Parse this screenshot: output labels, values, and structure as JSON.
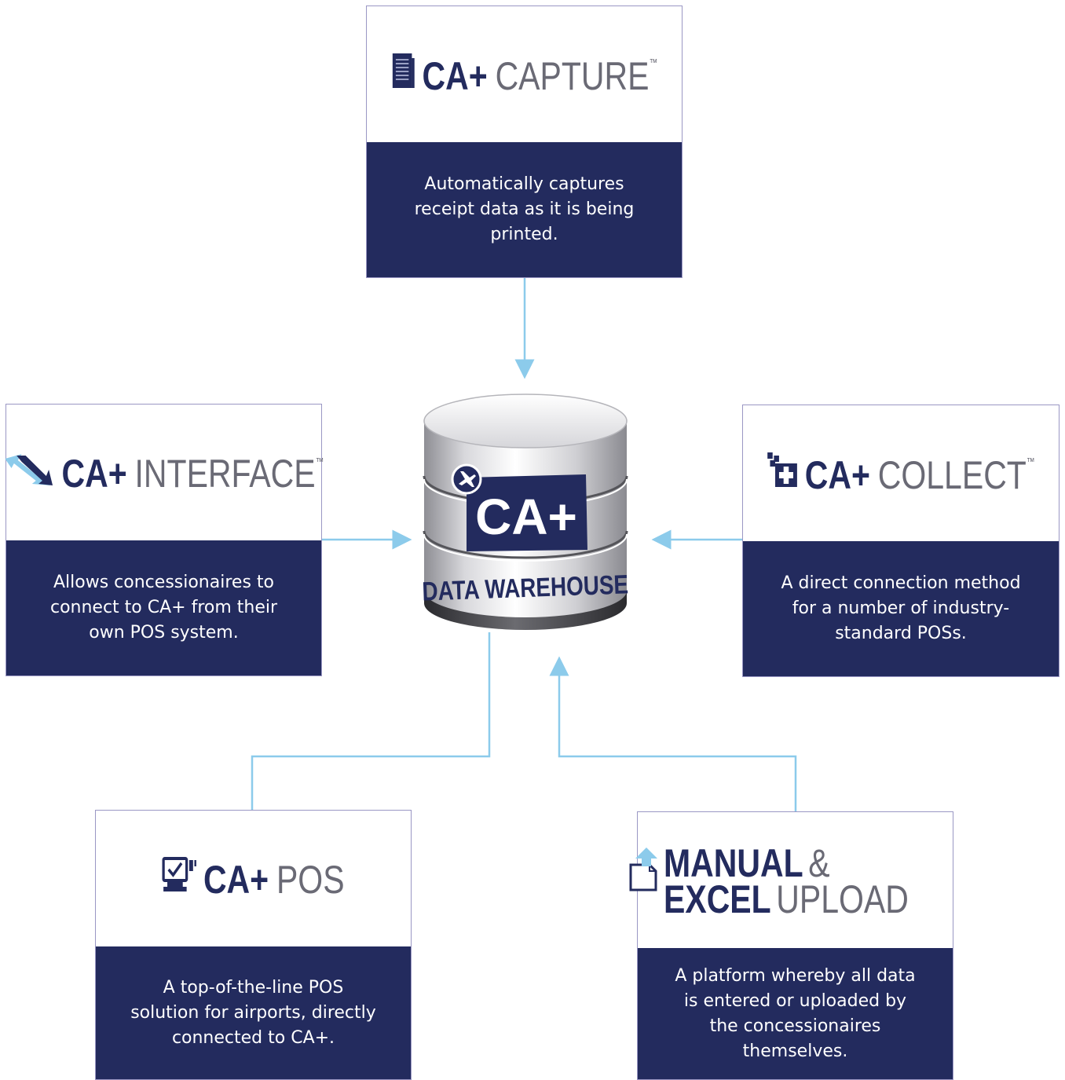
{
  "colors": {
    "navy": "#232b5e",
    "grey": "#6a6a75",
    "connector": "#8ccbeb",
    "border": "#9a97c4"
  },
  "capture": {
    "brand_bold": "CA+",
    "brand_light": "CAPTURE",
    "tm": "™",
    "icon": "document-stack-icon",
    "desc": "Automatically captures receipt data as it is being printed."
  },
  "interface": {
    "brand_bold": "CA+",
    "brand_light": "INTERFACE",
    "tm": "™",
    "icon": "diagonal-arrow-icon",
    "desc": "Allows concessionaires to connect to CA+ from their own POS system."
  },
  "collect": {
    "brand_bold": "CA+",
    "brand_light": "COLLECT",
    "tm": "™",
    "icon": "pixel-plus-icon",
    "desc": "A direct connection method for a number of industry-standard POSs."
  },
  "pos": {
    "brand_bold": "CA+",
    "brand_light": "POS",
    "icon": "pos-terminal-icon",
    "desc": "A top-of-the-line POS solution for airports, directly connected to CA+."
  },
  "manual": {
    "line1_bold": "MANUAL",
    "line1_light": "&",
    "line2_bold": "EXCEL",
    "line2_light": "UPLOAD",
    "icon": "upload-document-icon",
    "desc": "A platform whereby all data is entered or uploaded by the concessionaires themselves."
  },
  "warehouse": {
    "logo": "CA+",
    "label": "DATA WAREHOUSE",
    "icon": "airplane-icon"
  }
}
